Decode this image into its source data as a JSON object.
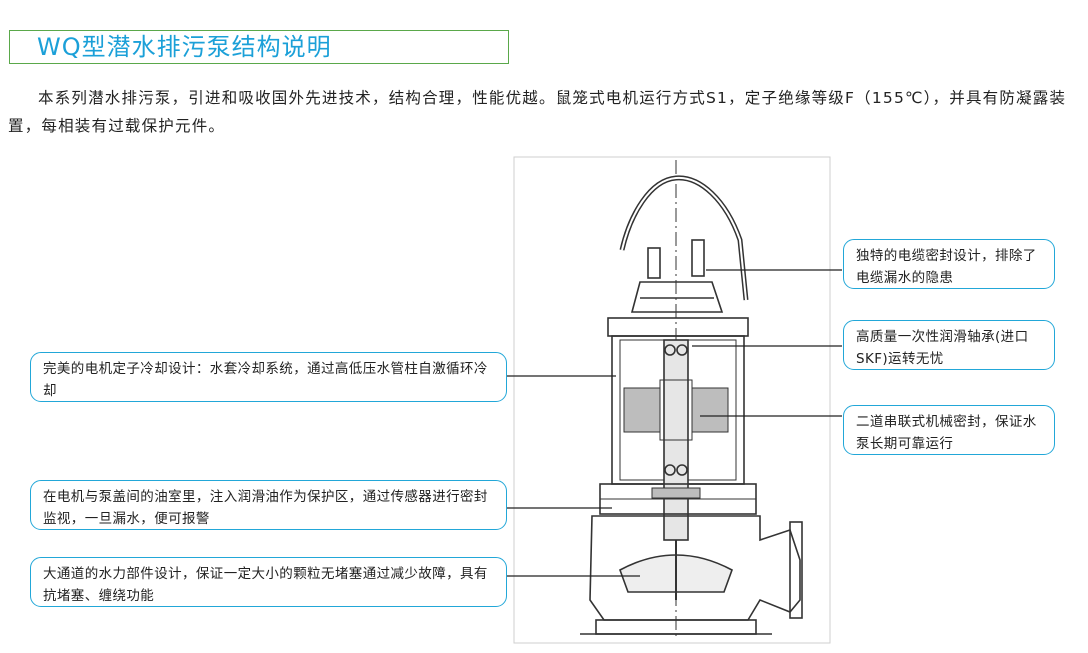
{
  "title": "WQ型潜水排污泵结构说明",
  "intro": "本系列潜水排污泵，引进和吸收国外先进技术，结构合理，性能优越。鼠笼式电机运行方式S1，定子绝缘等级F（155℃），并具有防凝露装置，每相装有过载保护元件。",
  "callouts": {
    "cable_seal": "独特的电缆密封设计，排除了电缆漏水的隐患",
    "bearing": "高质量一次性润滑轴承(进口SKF)运转无忧",
    "mech_seal": "二道串联式机械密封，保证水泵长期可靠运行",
    "cooling": "完美的电机定子冷却设计：水套冷却系统，通过高低压水管柱自激循环冷却",
    "oil_chamber": "在电机与泵盖间的油室里，注入润滑油作为保护区，通过传感器进行密封监视，一旦漏水，便可报警",
    "impeller": "大通道的水力部件设计，保证一定大小的颗粒无堵塞通过减少故障，具有抗堵塞、缠绕功能"
  },
  "colors": {
    "title": "#1ba0d8",
    "title_border": "#5aa84a",
    "callout_border": "#22a7d8"
  }
}
